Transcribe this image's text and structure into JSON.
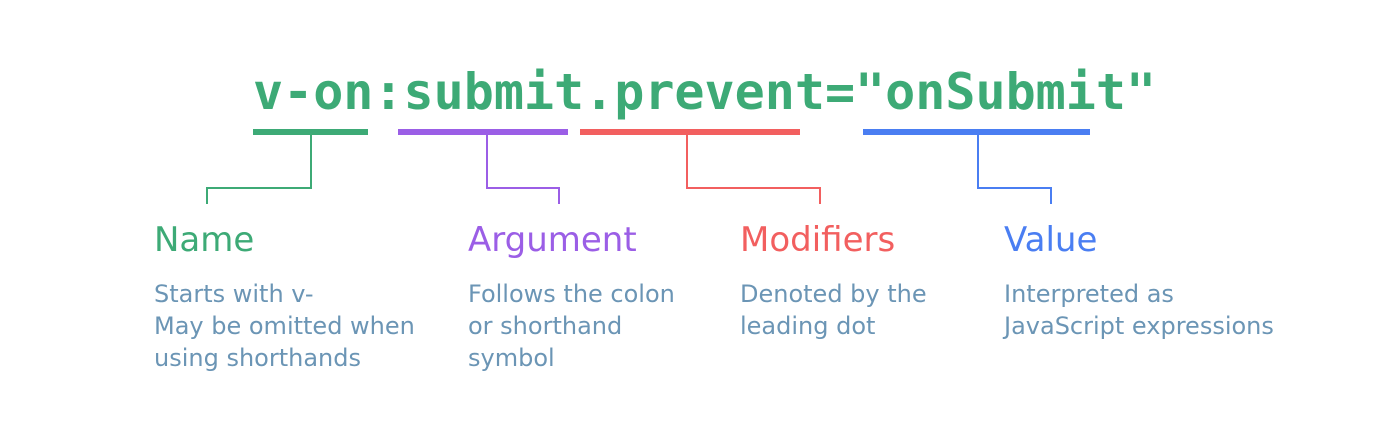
{
  "code": "v-on:submit.prevent=\"onSubmit\"",
  "colors": {
    "name": "#3daa76",
    "argument": "#9b5ee6",
    "modifiers": "#f25f5f",
    "value": "#4a7ef2",
    "description": "#6b95b5"
  },
  "parts": [
    {
      "label": "Name",
      "lines": [
        "Starts with v-",
        "May be omitted when",
        "using shorthands"
      ]
    },
    {
      "label": "Argument",
      "lines": [
        "Follows the colon",
        "or shorthand",
        "symbol"
      ]
    },
    {
      "label": "Modifiers",
      "lines": [
        "Denoted by the",
        "leading dot"
      ]
    },
    {
      "label": "Value",
      "lines": [
        "Interpreted as",
        "JavaScript expressions"
      ]
    }
  ]
}
